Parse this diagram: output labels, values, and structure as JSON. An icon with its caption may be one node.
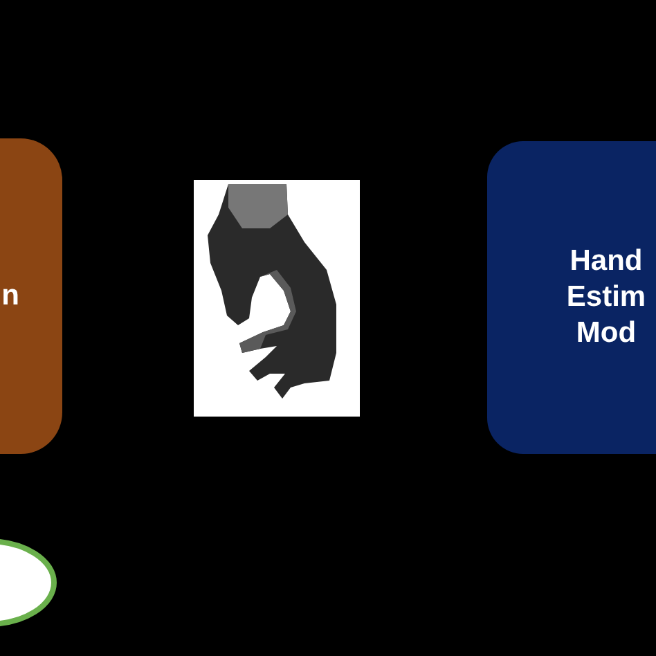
{
  "diagram": {
    "nodes": [
      {
        "text": [
          "n"
        ]
      },
      {
        "text": [],
        "shape": "picture"
      },
      {
        "text": [
          "Hand Estim Mod"
        ]
      },
      {
        "text": [],
        "shape": "ellipse"
      }
    ]
  }
}
